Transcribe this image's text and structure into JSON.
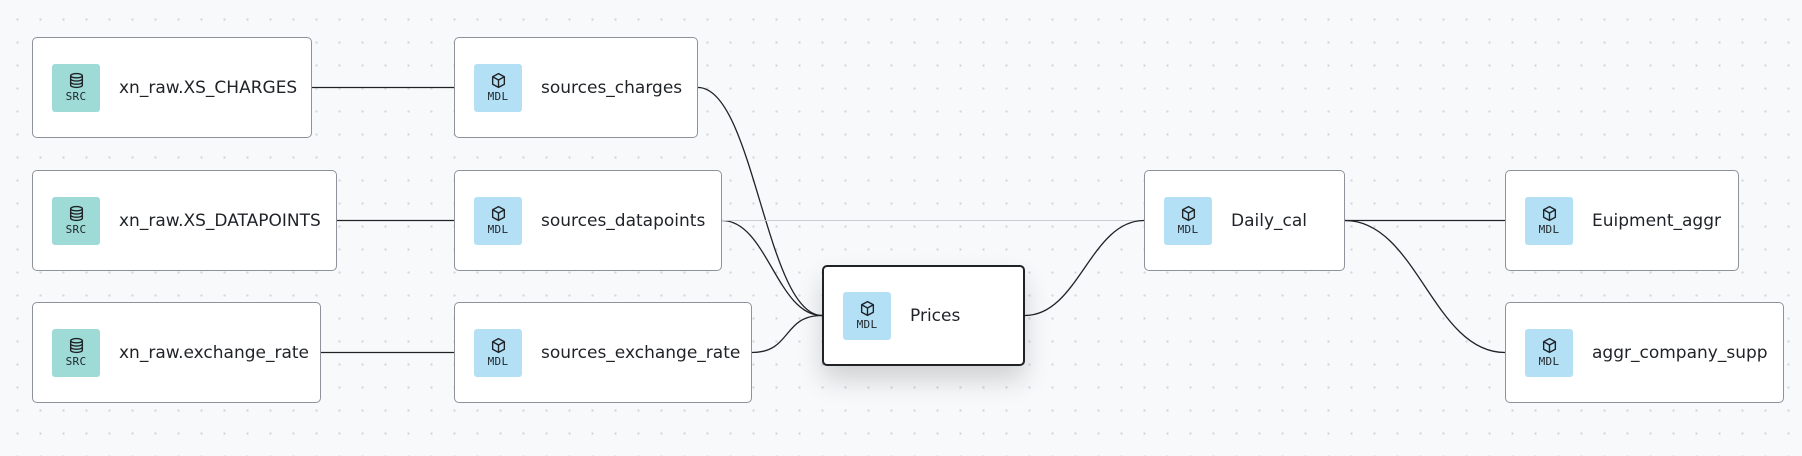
{
  "nodes": {
    "src_charges": {
      "badge": "SRC",
      "icon": "database-icon",
      "label": "xn_raw.XS_CHARGES"
    },
    "src_datapoints": {
      "badge": "SRC",
      "icon": "database-icon",
      "label": "xn_raw.XS_DATAPOINTS"
    },
    "src_exchange_rate": {
      "badge": "SRC",
      "icon": "database-icon",
      "label": "xn_raw.exchange_rate"
    },
    "mdl_charges": {
      "badge": "MDL",
      "icon": "cube-icon",
      "label": "sources_charges"
    },
    "mdl_datapoints": {
      "badge": "MDL",
      "icon": "cube-icon",
      "label": "sources_datapoints"
    },
    "mdl_exchange_rate": {
      "badge": "MDL",
      "icon": "cube-icon",
      "label": "sources_exchange_rate"
    },
    "mdl_prices": {
      "badge": "MDL",
      "icon": "cube-icon",
      "label": "Prices"
    },
    "mdl_daily_cal": {
      "badge": "MDL",
      "icon": "cube-icon",
      "label": "Daily_cal"
    },
    "mdl_equipment_aggr": {
      "badge": "MDL",
      "icon": "cube-icon",
      "label": "Euipment_aggr"
    },
    "mdl_company_supp": {
      "badge": "MDL",
      "icon": "cube-icon",
      "label": "aggr_company_supp"
    }
  },
  "edges": [
    {
      "from": "src_charges",
      "to": "mdl_charges"
    },
    {
      "from": "src_datapoints",
      "to": "mdl_datapoints"
    },
    {
      "from": "src_exchange_rate",
      "to": "mdl_exchange_rate"
    },
    {
      "from": "mdl_charges",
      "to": "mdl_prices"
    },
    {
      "from": "mdl_datapoints",
      "to": "mdl_prices"
    },
    {
      "from": "mdl_exchange_rate",
      "to": "mdl_prices"
    },
    {
      "from": "mdl_datapoints",
      "to": "mdl_daily_cal",
      "style": "faint"
    },
    {
      "from": "mdl_prices",
      "to": "mdl_daily_cal"
    },
    {
      "from": "mdl_daily_cal",
      "to": "mdl_equipment_aggr"
    },
    {
      "from": "mdl_daily_cal",
      "to": "mdl_company_supp"
    }
  ],
  "active_node": "mdl_prices",
  "colors": {
    "canvas": "#f8f9fb",
    "src_badge": "#9edbd6",
    "mdl_badge": "#b4e0f5",
    "edge": "#1f2328",
    "edge_faint": "#c9ccd1"
  }
}
